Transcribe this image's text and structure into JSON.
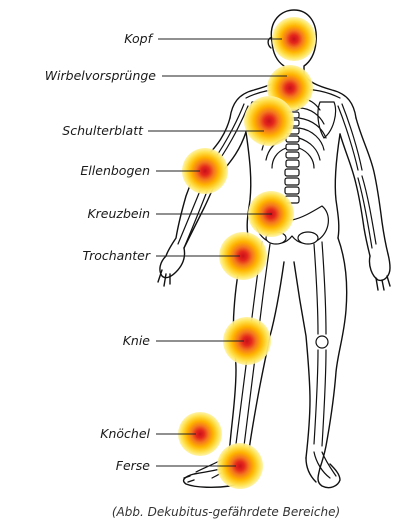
{
  "labels": {
    "kopf": "Kopf",
    "wirbel": "Wirbelvorsprünge",
    "schulter": "Schulterblatt",
    "ellenbogen": "Ellenbogen",
    "kreuzbein": "Kreuzbein",
    "trochanter": "Trochanter",
    "knie": "Knie",
    "knoechel": "Knöchel",
    "ferse": "Ferse"
  },
  "caption": "(Abb. Dekubitus-gefährdete Bereiche)",
  "colors": {
    "outer": "#ffe14d",
    "middle": "#ffb000",
    "inner": "#f25a1e",
    "core": "#d9181c"
  }
}
